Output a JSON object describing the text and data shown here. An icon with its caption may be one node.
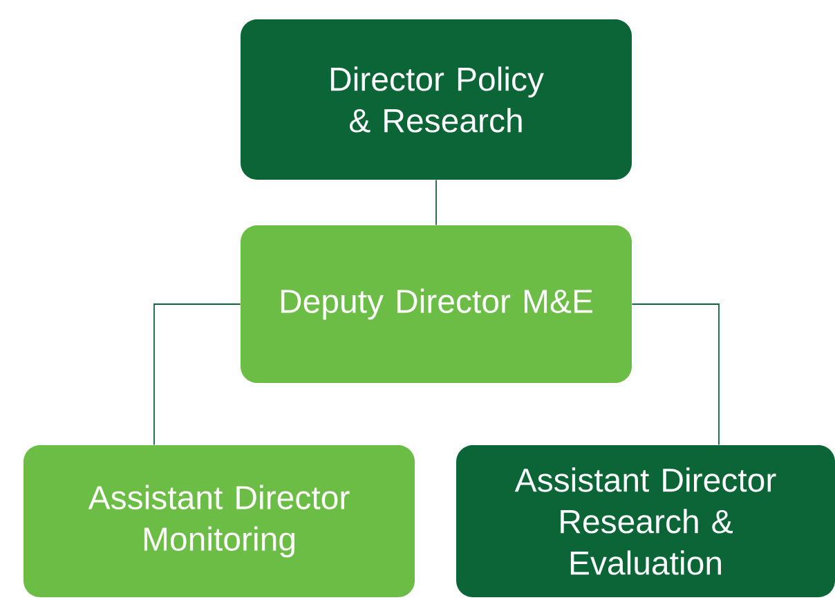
{
  "diagram": {
    "nodes": [
      {
        "text": [
          "Director Policy & Research"
        ]
      },
      {
        "text": [
          "Deputy Director M&E"
        ]
      },
      {
        "text": [
          "Assistant Director Monitoring"
        ]
      },
      {
        "text": [
          "Assistant Director Research & Evaluation"
        ]
      }
    ],
    "edges": [
      {
        "from": 0,
        "to": 1,
        "arrow": "none"
      },
      {
        "from": 1,
        "to": 2,
        "arrow": "none"
      },
      {
        "from": 1,
        "to": 3,
        "arrow": "none"
      }
    ]
  }
}
